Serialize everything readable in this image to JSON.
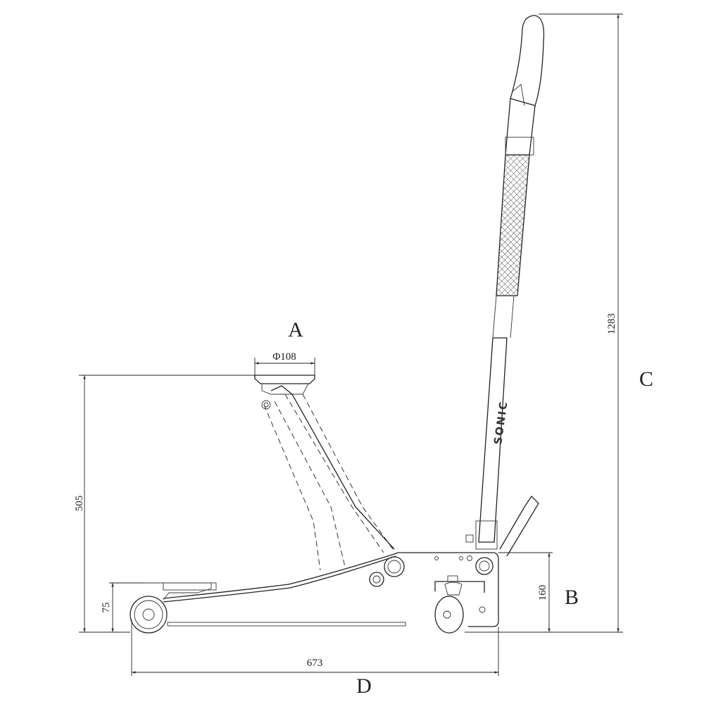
{
  "title": "Low profile floor jack dimension drawing",
  "brand_logo": "SONIC",
  "dimensions": {
    "saddle_diameter": "Φ108",
    "max_height": "505",
    "min_height": "75",
    "length": "673",
    "chassis_height": "160",
    "handle_height": "1283"
  },
  "labels": {
    "a": "A",
    "b": "B",
    "c": "C",
    "d": "D"
  }
}
